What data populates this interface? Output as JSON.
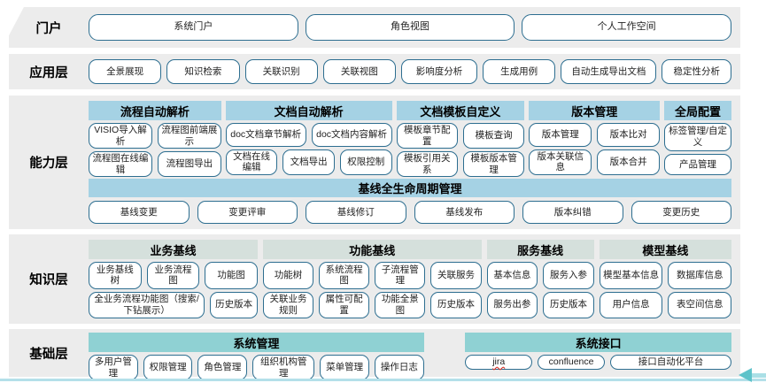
{
  "colors": {
    "band_background": "#ececec",
    "box_border": "#2d6e90",
    "capability_header": "#a5d2e4",
    "knowledge_header": "#d5e0dc",
    "foundation_header": "#8fd1d3",
    "bottom_line": "#b4e0e9",
    "arrow": "#5ec3ca"
  },
  "layers": {
    "portal": {
      "label": "门户",
      "buttons": [
        "系统门户",
        "角色视图",
        "个人工作空间"
      ]
    },
    "application": {
      "label": "应用层",
      "buttons": [
        "全景展现",
        "知识检索",
        "关联识别",
        "关联视图",
        "影响度分析",
        "生成用例",
        "自动生成导出文档",
        "稳定性分析"
      ]
    },
    "capability": {
      "label": "能力层",
      "groups": [
        {
          "title": "流程自动解析",
          "rows": [
            [
              "VISIO导入解析",
              "流程图前端展示"
            ],
            [
              "流程图在线编辑",
              "流程图导出"
            ]
          ]
        },
        {
          "title": "文档自动解析",
          "rows": [
            [
              "doc文档章节解析",
              "doc文档内容解析"
            ],
            [
              "文档在线编辑",
              "文档导出",
              "权限控制"
            ]
          ]
        },
        {
          "title": "文档模板自定义",
          "rows": [
            [
              "模板章节配置",
              "模板查询"
            ],
            [
              "模板引用关系",
              "模板版本管理"
            ]
          ]
        },
        {
          "title": "版本管理",
          "rows": [
            [
              "版本管理",
              "版本比对"
            ],
            [
              "版本关联信息",
              "版本合并"
            ]
          ]
        },
        {
          "title": "全局配置",
          "rows": [
            [
              "标签管理/自定义"
            ],
            [
              "产品管理"
            ]
          ]
        }
      ],
      "baseline": {
        "title": "基线全生命周期管理",
        "buttons": [
          "基线变更",
          "变更评审",
          "基线修订",
          "基线发布",
          "版本纠错",
          "变更历史"
        ]
      }
    },
    "knowledge": {
      "label": "知识层",
      "groups": [
        {
          "title": "业务基线",
          "rows": [
            [
              "业务基线树",
              "业务流程图",
              "功能图"
            ],
            [
              "全业务流程功能图（搜索/下钻展示）",
              "历史版本"
            ]
          ]
        },
        {
          "title": "功能基线",
          "rows": [
            [
              "功能树",
              "系统流程图",
              "子流程管理",
              "关联服务"
            ],
            [
              "关联业务规则",
              "属性可配置",
              "功能全景图",
              "历史版本"
            ]
          ]
        },
        {
          "title": "服务基线",
          "rows": [
            [
              "基本信息",
              "服务入参"
            ],
            [
              "服务出参",
              "历史版本"
            ]
          ]
        },
        {
          "title": "模型基线",
          "rows": [
            [
              "模型基本信息",
              "数据库信息"
            ],
            [
              "用户信息",
              "表空间信息"
            ]
          ]
        }
      ]
    },
    "foundation": {
      "label": "基础层",
      "groups": [
        {
          "title": "系统管理",
          "buttons": [
            "多用户管理",
            "权限管理",
            "角色管理",
            "组织机构管理",
            "菜单管理",
            "操作日志"
          ]
        },
        {
          "title": "系统接口",
          "buttons": [
            "jira",
            "confluence",
            "接口自动化平台"
          ]
        }
      ]
    }
  }
}
